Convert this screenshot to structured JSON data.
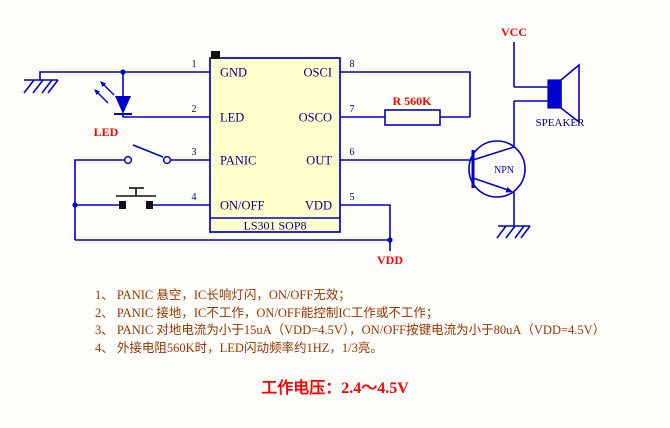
{
  "colors": {
    "wire_blue": "#0000CC",
    "chip_fill": "#FFFFCC",
    "label_navy": "#000080",
    "accent_red": "#FF0000",
    "note_brown": "#993300",
    "background": "#FFFEFA"
  },
  "ic": {
    "name": "LS301 SOP8",
    "left_pins": [
      {
        "num": "1",
        "label": "GND"
      },
      {
        "num": "2",
        "label": "LED"
      },
      {
        "num": "3",
        "label": "PANIC"
      },
      {
        "num": "4",
        "label": "ON/OFF"
      }
    ],
    "right_pins": [
      {
        "num": "8",
        "label": "OSCI"
      },
      {
        "num": "7",
        "label": "OSCO"
      },
      {
        "num": "6",
        "label": "OUT"
      },
      {
        "num": "5",
        "label": "VDD"
      }
    ]
  },
  "components": {
    "vcc": "VCC",
    "vdd": "VDD",
    "led": "LED",
    "resistor": "R 560K",
    "transistor": "NPN",
    "speaker": "SPEAKER"
  },
  "notes": [
    "1、 PANIC 悬空，IC长响灯闪，ON/OFF无效；",
    "2、 PANIC 接地，IC不工作，ON/OFF能控制IC工作或不工作；",
    "3、 PANIC 对地电流为小于15uA（VDD=4.5V），ON/OFF按键电流为小于80uA（VDD=4.5V）",
    "4、 外接电阻560K时，LED闪动频率约1HZ，1/3亮。"
  ],
  "footer": {
    "label": "工作电压：",
    "value": "2.4～4.5V"
  }
}
